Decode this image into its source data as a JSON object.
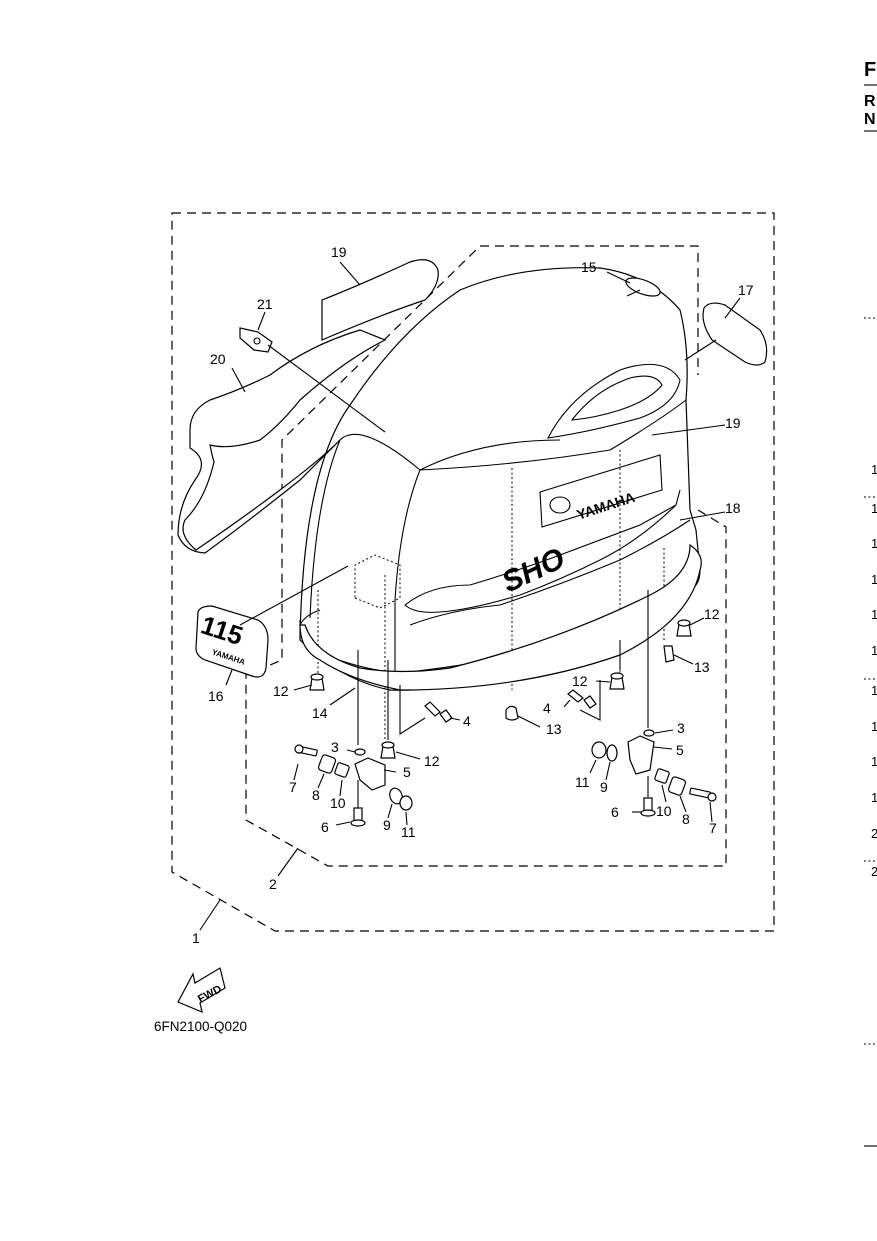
{
  "header": {
    "letters": [
      "F",
      "R",
      "N"
    ]
  },
  "diagram_code": "6FN2100-Q020",
  "fwd_label": "FWD",
  "decal_text": {
    "brand": "YAMAHA",
    "model": "115"
  },
  "part_labels": [
    {
      "id": "p1",
      "text": "1"
    },
    {
      "id": "p2",
      "text": "2"
    },
    {
      "id": "p3a",
      "text": "3"
    },
    {
      "id": "p3b",
      "text": "3"
    },
    {
      "id": "p4a",
      "text": "4"
    },
    {
      "id": "p4b",
      "text": "4"
    },
    {
      "id": "p5a",
      "text": "5"
    },
    {
      "id": "p5b",
      "text": "5"
    },
    {
      "id": "p6a",
      "text": "6"
    },
    {
      "id": "p6b",
      "text": "6"
    },
    {
      "id": "p7a",
      "text": "7"
    },
    {
      "id": "p7b",
      "text": "7"
    },
    {
      "id": "p8a",
      "text": "8"
    },
    {
      "id": "p8b",
      "text": "8"
    },
    {
      "id": "p9a",
      "text": "9"
    },
    {
      "id": "p9b",
      "text": "9"
    },
    {
      "id": "p10a",
      "text": "10"
    },
    {
      "id": "p10b",
      "text": "10"
    },
    {
      "id": "p11a",
      "text": "11"
    },
    {
      "id": "p11b",
      "text": "11"
    },
    {
      "id": "p12a",
      "text": "12"
    },
    {
      "id": "p12b",
      "text": "12"
    },
    {
      "id": "p12c",
      "text": "12"
    },
    {
      "id": "p12d",
      "text": "12"
    },
    {
      "id": "p13a",
      "text": "13"
    },
    {
      "id": "p13b",
      "text": "13"
    },
    {
      "id": "p14",
      "text": "14"
    },
    {
      "id": "p15",
      "text": "15"
    },
    {
      "id": "p16",
      "text": "16"
    },
    {
      "id": "p17",
      "text": "17"
    },
    {
      "id": "p18",
      "text": "18"
    },
    {
      "id": "p19a",
      "text": "19"
    },
    {
      "id": "p19b",
      "text": "19"
    },
    {
      "id": "p20",
      "text": "20"
    },
    {
      "id": "p21",
      "text": "21"
    }
  ],
  "side_column": [
    "1",
    "1",
    "1",
    "1",
    "1",
    "1",
    "1",
    "1",
    "1",
    "1",
    "2",
    "2"
  ]
}
